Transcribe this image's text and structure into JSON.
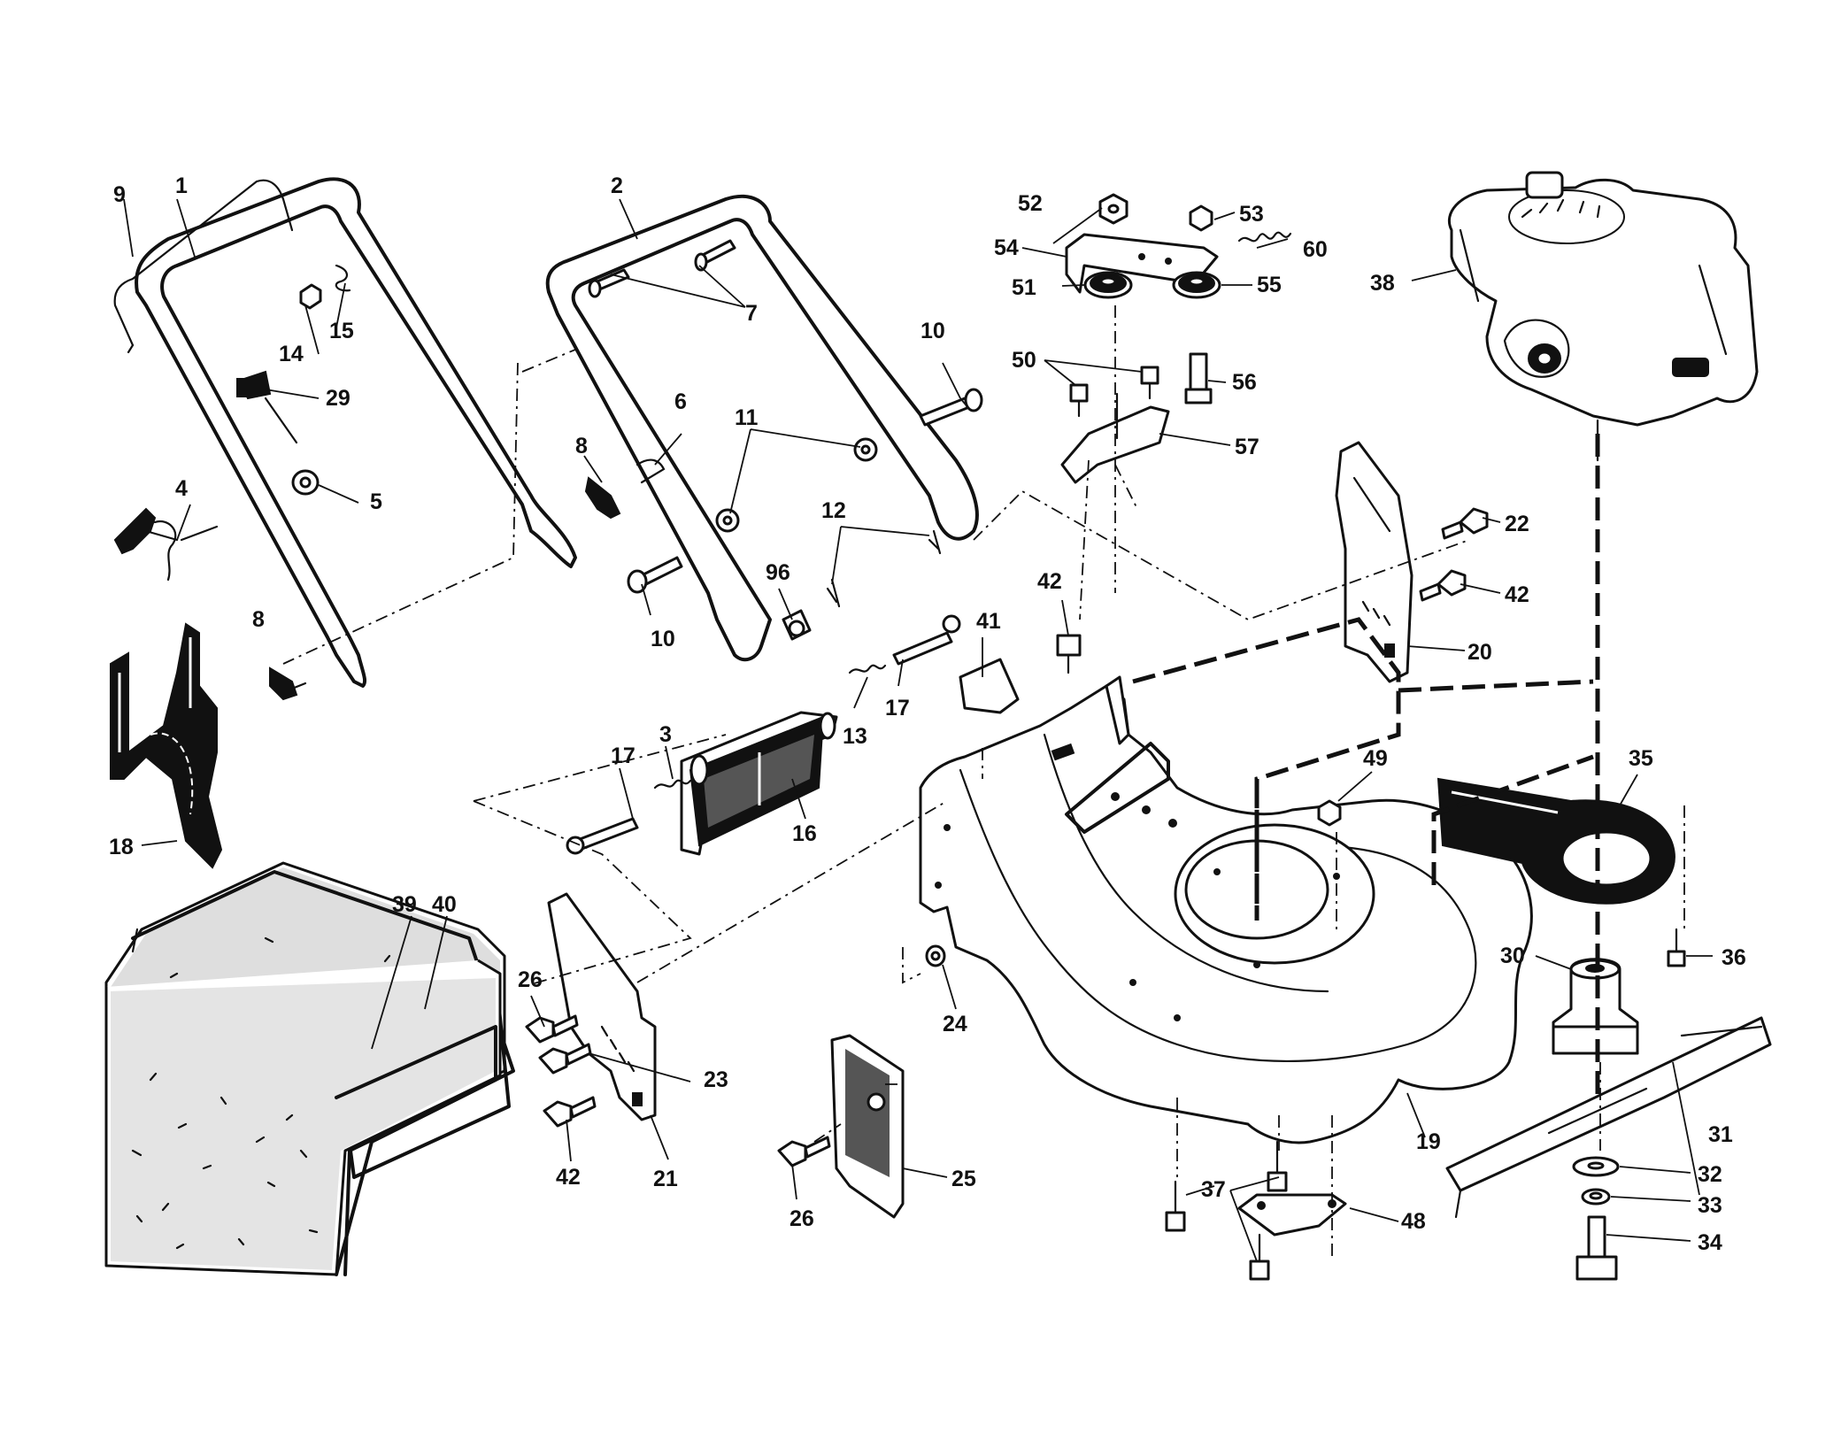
{
  "diagram": {
    "labels": [
      "1",
      "2",
      "3",
      "4",
      "5",
      "6",
      "7",
      "8",
      "8",
      "9",
      "10",
      "10",
      "11",
      "12",
      "13",
      "14",
      "15",
      "16",
      "17",
      "17",
      "18",
      "19",
      "20",
      "21",
      "22",
      "23",
      "24",
      "25",
      "26",
      "26",
      "29",
      "30",
      "31",
      "32",
      "33",
      "34",
      "35",
      "36",
      "37",
      "38",
      "39",
      "40",
      "41",
      "42",
      "42",
      "42",
      "48",
      "49",
      "50",
      "51",
      "52",
      "53",
      "54",
      "55",
      "56",
      "57",
      "60",
      "96"
    ]
  }
}
